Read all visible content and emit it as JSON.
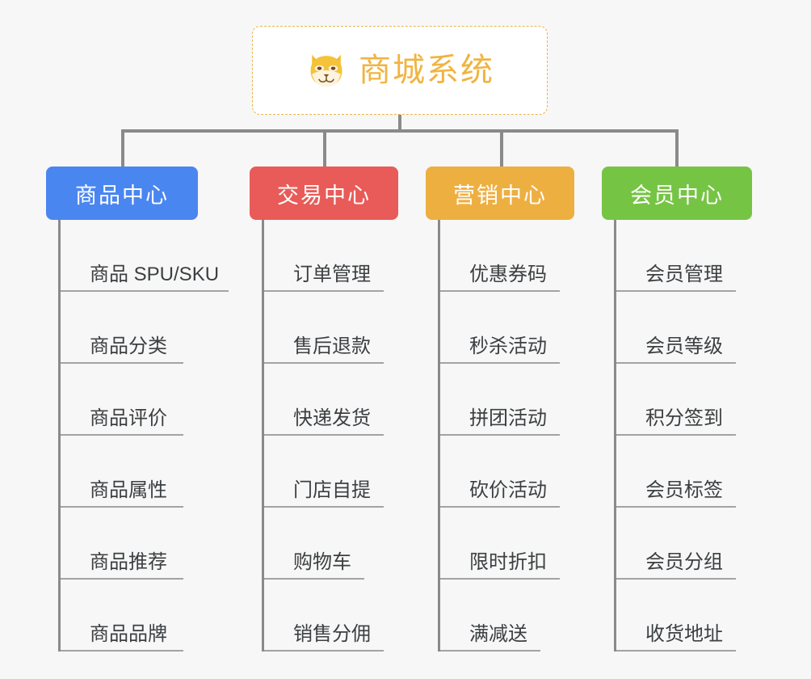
{
  "root": {
    "label": "商城系统",
    "icon": "shiba-dog-icon",
    "text_color": "#f0b441",
    "border_color": "#e9b44c",
    "background": "#ffffff"
  },
  "canvas": {
    "background": "#f7f7f7",
    "connector_color": "#8a8a8a",
    "leaf_rule_color": "#a3a3a3",
    "leaf_text_color": "#3c3f41"
  },
  "columns": [
    {
      "title": "商品中心",
      "color": "#4a86f0",
      "items": [
        {
          "label": "商品 SPU/SKU",
          "width": "w-xl"
        },
        {
          "label": "商品分类",
          "width": "w-lg"
        },
        {
          "label": "商品评价",
          "width": "w-lg"
        },
        {
          "label": "商品属性",
          "width": "w-lg"
        },
        {
          "label": "商品推荐",
          "width": "w-lg"
        },
        {
          "label": "商品品牌",
          "width": "w-lg"
        }
      ]
    },
    {
      "title": "交易中心",
      "color": "#e85b58",
      "items": [
        {
          "label": "订单管理",
          "width": "w-md"
        },
        {
          "label": "售后退款",
          "width": "w-md"
        },
        {
          "label": "快递发货",
          "width": "w-md"
        },
        {
          "label": "门店自提",
          "width": "w-md"
        },
        {
          "label": "购物车",
          "width": "w-sm"
        },
        {
          "label": "销售分佣",
          "width": "w-md"
        }
      ]
    },
    {
      "title": "营销中心",
      "color": "#eeaf41",
      "items": [
        {
          "label": "优惠券码",
          "width": "w-md"
        },
        {
          "label": "秒杀活动",
          "width": "w-md"
        },
        {
          "label": "拼团活动",
          "width": "w-md"
        },
        {
          "label": "砍价活动",
          "width": "w-md"
        },
        {
          "label": "限时折扣",
          "width": "w-md"
        },
        {
          "label": "满减送",
          "width": "w-sm"
        }
      ]
    },
    {
      "title": "会员中心",
      "color": "#76c444",
      "items": [
        {
          "label": "会员管理",
          "width": "w-md"
        },
        {
          "label": "会员等级",
          "width": "w-md"
        },
        {
          "label": "积分签到",
          "width": "w-md"
        },
        {
          "label": "会员标签",
          "width": "w-md"
        },
        {
          "label": "会员分组",
          "width": "w-md"
        },
        {
          "label": "收货地址",
          "width": "w-md"
        }
      ]
    }
  ]
}
